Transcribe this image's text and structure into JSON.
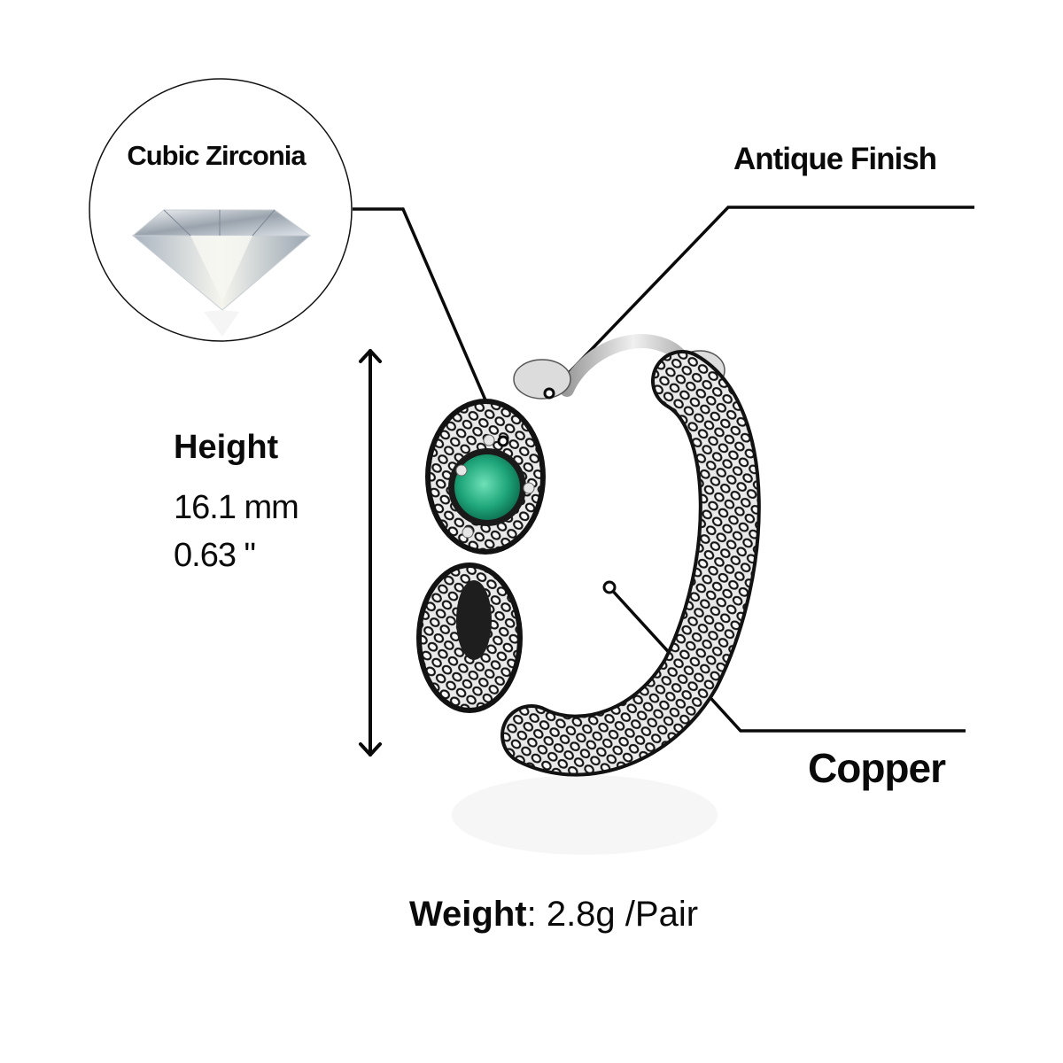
{
  "callouts": {
    "gemstone": {
      "label": "Cubic Zirconia"
    },
    "finish": {
      "label": "Antique Finish"
    },
    "material": {
      "label": "Copper"
    }
  },
  "dimensions": {
    "height_label": "Height",
    "height_mm": "16.1 mm",
    "height_in": "0.63 \""
  },
  "weight": {
    "label": "Weight",
    "separator": ":",
    "value": " 2.8g /Pair"
  },
  "product": {
    "image": "snake-hoop-earring",
    "stone_color": "#1fa67a",
    "metal_color": "#c8c8c8",
    "oxidized_color": "#1a1a1a"
  }
}
